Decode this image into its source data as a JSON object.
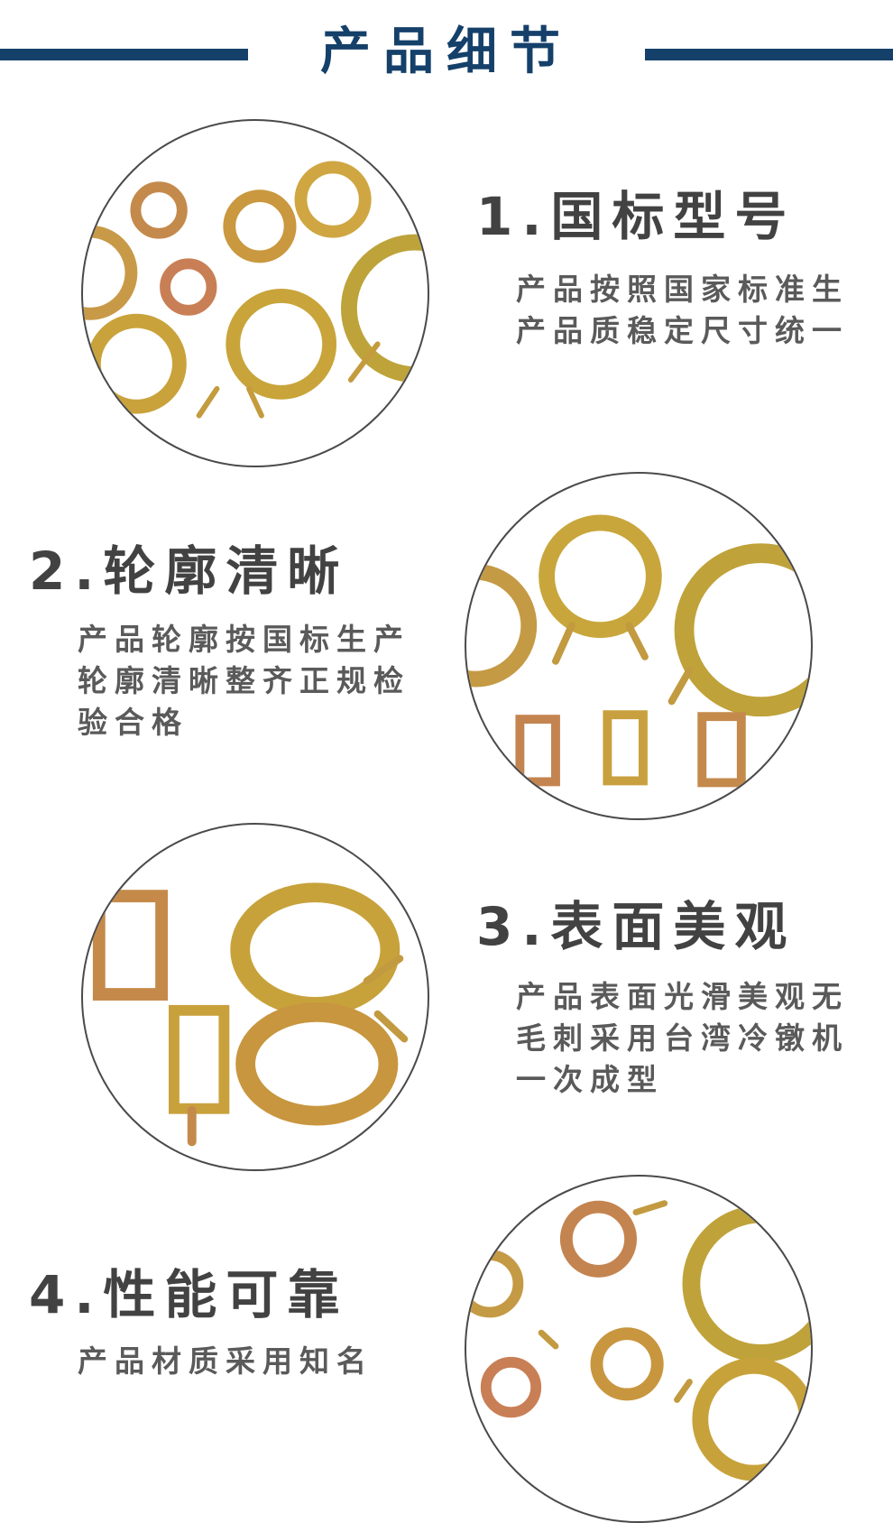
{
  "header": {
    "title": "产品细节"
  },
  "features": [
    {
      "title": "1.国标型号",
      "description": "产品按照国家标准生产品质稳定尺寸统一"
    },
    {
      "title": "2.轮廓清晰",
      "description": "产品轮廓按国标生产轮廓清晰整齐正规检验合格"
    },
    {
      "title": "3.表面美观",
      "description": "产品表面光滑美观无毛刺采用台湾冷镦机一次成型"
    },
    {
      "title": "4.性能可靠",
      "description": "产品材质采用知名"
    }
  ],
  "colors": {
    "accent": "#14406a",
    "metal_gold": "#c9a43a",
    "metal_copper": "#c9834a",
    "text": "#424242"
  }
}
